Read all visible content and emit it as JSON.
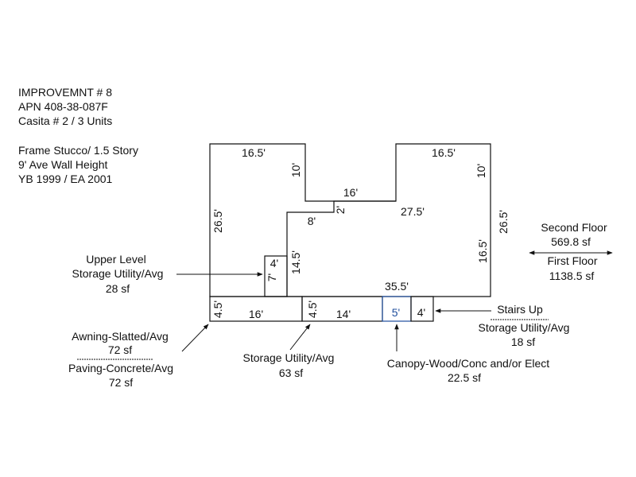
{
  "header": {
    "line1": "IMPROVEMNT # 8",
    "line2": "APN 408-38-087F",
    "line3": "Casita # 2 / 3 Units",
    "line4": "Frame Stucco/ 1.5 Story",
    "line5": "9' Ave Wall Height",
    "line6": "YB 1999 / EA 2001"
  },
  "dimensions": {
    "top_left_width": "16.5'",
    "left_notch_depth": "10'",
    "center_width": "16'",
    "top_right_width": "16.5'",
    "right_notch_depth": "10'",
    "center_step": "2'",
    "mid_run": "27.5'",
    "left_height": "26.5'",
    "right_height_upper": "26.5'",
    "right_height_lower": "16.5'",
    "inner_run": "8'",
    "inner_height": "14.5'",
    "storage_width": "4'",
    "storage_depth": "7'",
    "bottom_run": "35.5'",
    "awning_depth": "4.5'",
    "awning_width": "16'",
    "storage_utility_depth": "4.5'",
    "storage_utility_width": "14'",
    "canopy_width": "5'",
    "stairs_width": "4'"
  },
  "labels": {
    "upper_storage_line1": "Upper Level",
    "upper_storage_line2": "Storage Utility/Avg",
    "upper_storage_area": "28 sf",
    "second_floor_label": "Second Floor",
    "second_floor_area": "569.8 sf",
    "first_floor_label": "First Floor",
    "first_floor_area": "1138.5 sf",
    "stairs_label": "Stairs Up",
    "stairs_storage_label": "Storage Utility/Avg",
    "stairs_storage_area": "18 sf",
    "awning_label": "Awning-Slatted/Avg",
    "awning_area": "72 sf",
    "paving_label": "Paving-Concrete/Avg",
    "paving_area": "72 sf",
    "storage_label": "Storage Utility/Avg",
    "storage_area": "63 sf",
    "canopy_label": "Canopy-Wood/Conc and/or Elect",
    "canopy_area": "22.5 sf"
  }
}
